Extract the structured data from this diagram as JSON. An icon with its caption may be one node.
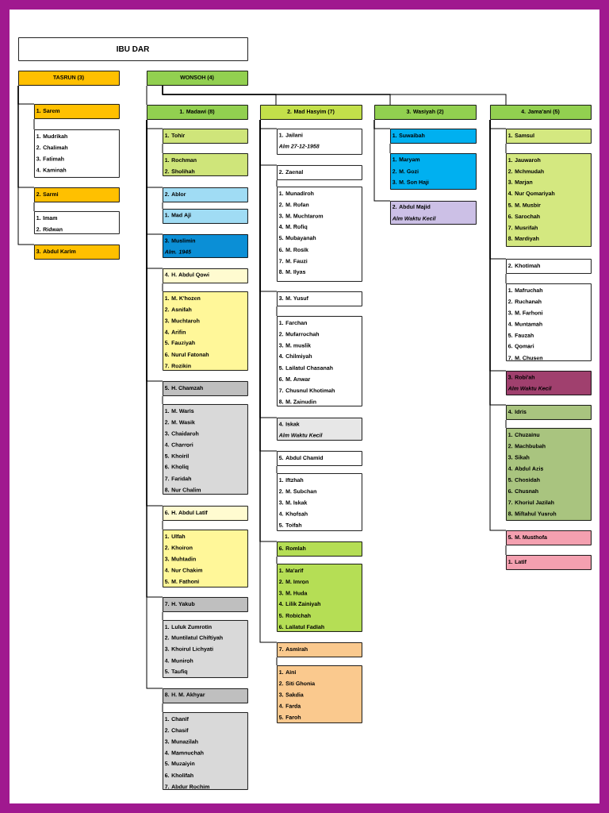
{
  "diagram": {
    "nodes": [
      {
        "text": [
          "IBU DAR"
        ]
      },
      {
        "text": [
          "TASRUN (3)"
        ]
      },
      {
        "text": [
          "WONSOH (4)"
        ]
      },
      {
        "text": [
          "1. Sarem"
        ]
      },
      {
        "text": [
          "1. Mudrikah",
          "2. Chalimah",
          "3. Fatimah",
          "4. Kaminah"
        ]
      },
      {
        "text": [
          "2. Sarmi"
        ]
      },
      {
        "text": [
          "1. Imam",
          "2. Ridwan"
        ]
      },
      {
        "text": [
          "3. Abdul Karim"
        ]
      },
      {
        "text": [
          "1. Madawi (8)"
        ]
      },
      {
        "text": [
          "1. Tohir"
        ]
      },
      {
        "text": [
          "1. Rochman",
          "2. Sholihah"
        ]
      },
      {
        "text": [
          "2. Ablor"
        ]
      },
      {
        "text": [
          "1. Mad Aji"
        ]
      },
      {
        "text": [
          "3. Muslimin",
          "Alm. 1945"
        ]
      },
      {
        "text": [
          "4. H. Abdul Qowi"
        ]
      },
      {
        "text": [
          "1. M. K'hozen",
          "2. Asnifah",
          "3. Muchtaroh",
          "4. Arifin",
          "5. Fauziyah",
          "6. Nurul Fatonah",
          "7. Rozikin"
        ]
      },
      {
        "text": [
          "5. H. Chamzah"
        ]
      },
      {
        "text": [
          "1. M. Waris",
          "2. M. Wasik",
          "3. Chaidaroh",
          "4. Charrori",
          "5. Khoiril",
          "6. Kholiq",
          "7. Faridah",
          "8. Nur Chalim"
        ]
      },
      {
        "text": [
          "6. H. Abdul Latif"
        ]
      },
      {
        "text": [
          "1. Ulfah",
          "2. Khoiron",
          "3. Muhtadin",
          "4. Nur Chakim",
          "5. M. Fathoni"
        ]
      },
      {
        "text": [
          "7. H. Yakub"
        ]
      },
      {
        "text": [
          "1. Luluk Zumrotin",
          "2. Muntilatul Chiftiyah",
          "3. Khoirul Lichyati",
          "4. Muniroh",
          "5. Taufiq"
        ]
      },
      {
        "text": [
          "8. H. M. Akhyar"
        ]
      },
      {
        "text": [
          "1. Chanif",
          "2. Chasif",
          "3. Munazilah",
          "4. Mamnuchah",
          "5. Muzaiyin",
          "6. Kholifah",
          "7. Abdur Rochim"
        ]
      },
      {
        "text": [
          "2. Mad Hasyim (7)"
        ]
      },
      {
        "text": [
          "1. Jailani",
          "Alm 27-12-1958"
        ]
      },
      {
        "text": [
          "2. Zaenal"
        ]
      },
      {
        "text": [
          "1. Munadiroh",
          "2. M. Rofan",
          "3. M. Muchtarom",
          "4. M. Rofiq",
          "5. Mubayanah",
          "6. M. Rosik",
          "7. M. Fauzi",
          "8. M. Ilyas"
        ]
      },
      {
        "text": [
          "3. M. Yusuf"
        ]
      },
      {
        "text": [
          "1. Farchan",
          "2. Mufarrochah",
          "3. M. muslik",
          "4. Chilmiyah",
          "5. Lailatul Chasanah",
          "6. M. Anwar",
          "7. Chusnul Khotimah",
          "8. M. Zainudin"
        ]
      },
      {
        "text": [
          "4. Iskak",
          "Alm Waktu Kecil"
        ]
      },
      {
        "text": [
          "5. Abdul Chamid"
        ]
      },
      {
        "text": [
          "1. Iftzhah",
          "2. M. Subchan",
          "3. M. Iskak",
          "4. Khofsah",
          "5. Toifah"
        ]
      },
      {
        "text": [
          "6. Romlah"
        ]
      },
      {
        "text": [
          "1. Ma'arif",
          "2. M. Imron",
          "3. M. Huda",
          "4. Lilik Zainiyah",
          "5. Robichah",
          "6. Lailatul Fadiah"
        ]
      },
      {
        "text": [
          "7. Asmirah"
        ]
      },
      {
        "text": [
          "1. Aini",
          "2. Siti Ghonia",
          "3. Sakdia",
          "4. Farda",
          "5. Faroh"
        ]
      },
      {
        "text": [
          "3. Wasiyah (2)"
        ]
      },
      {
        "text": [
          "1. Suwaibah"
        ]
      },
      {
        "text": [
          "1. Maryam",
          "2. M. Gozi",
          "3. M. Son Haji"
        ]
      },
      {
        "text": [
          "2. Abdul Majid",
          "Alm Waktu Kecil"
        ]
      },
      {
        "text": [
          "4.  Jama'ani (5)"
        ]
      },
      {
        "text": [
          "1. Samsul"
        ]
      },
      {
        "text": [
          "1. Jauwaroh",
          "2. Mchmudah",
          "3. Marjan",
          "4. Nur Qomariyah",
          "5. M. Musbir",
          "6. Sarochah",
          "7. Musrifah",
          "8. Mardiyah"
        ]
      },
      {
        "text": [
          "2. Khotimah"
        ]
      },
      {
        "text": [
          "1. Mafruchah",
          "2. Ruchanah",
          "3. M. Farhoni",
          "4. Muntamah",
          "5. Fauzah",
          "6. Qomari",
          "7. M. Chusen"
        ]
      },
      {
        "text": [
          "3. Robi'ah",
          "Alm Waktu Kecil"
        ]
      },
      {
        "text": [
          "4. Idris"
        ]
      },
      {
        "text": [
          "1. Chuzainu",
          "2. Machbubah",
          "3. Sikah",
          "4. Abdul Azis",
          "5. Chosidah",
          "6. Chusnah",
          "7. Khoriul Jazilah",
          "8. Miftahul Yusroh"
        ]
      },
      {
        "text": [
          "5. M. Musthofa"
        ]
      },
      {
        "text": [
          "1. Latif"
        ]
      }
    ],
    "edges": [
      {
        "from": 1,
        "to": 3,
        "arrow": "none"
      },
      {
        "from": 1,
        "to": 5,
        "arrow": "none"
      },
      {
        "from": 1,
        "to": 7,
        "arrow": "none"
      },
      {
        "from": 3,
        "to": 4,
        "arrow": "none"
      },
      {
        "from": 5,
        "to": 6,
        "arrow": "none"
      },
      {
        "from": 2,
        "to": 8,
        "arrow": "none"
      },
      {
        "from": 2,
        "to": 24,
        "arrow": "none"
      },
      {
        "from": 2,
        "to": 37,
        "arrow": "none"
      },
      {
        "from": 2,
        "to": 41,
        "arrow": "none"
      },
      {
        "from": 8,
        "to": 9,
        "arrow": "none"
      },
      {
        "from": 8,
        "to": 11,
        "arrow": "none"
      },
      {
        "from": 8,
        "to": 13,
        "arrow": "none"
      },
      {
        "from": 8,
        "to": 14,
        "arrow": "none"
      },
      {
        "from": 8,
        "to": 16,
        "arrow": "none"
      },
      {
        "from": 8,
        "to": 18,
        "arrow": "none"
      },
      {
        "from": 8,
        "to": 20,
        "arrow": "none"
      },
      {
        "from": 8,
        "to": 22,
        "arrow": "none"
      },
      {
        "from": 9,
        "to": 10,
        "arrow": "none"
      },
      {
        "from": 11,
        "to": 12,
        "arrow": "none"
      },
      {
        "from": 14,
        "to": 15,
        "arrow": "none"
      },
      {
        "from": 16,
        "to": 17,
        "arrow": "none"
      },
      {
        "from": 18,
        "to": 19,
        "arrow": "none"
      },
      {
        "from": 20,
        "to": 21,
        "arrow": "none"
      },
      {
        "from": 22,
        "to": 23,
        "arrow": "none"
      },
      {
        "from": 24,
        "to": 25,
        "arrow": "none"
      },
      {
        "from": 24,
        "to": 26,
        "arrow": "none"
      },
      {
        "from": 24,
        "to": 28,
        "arrow": "none"
      },
      {
        "from": 24,
        "to": 30,
        "arrow": "none"
      },
      {
        "from": 24,
        "to": 31,
        "arrow": "none"
      },
      {
        "from": 24,
        "to": 33,
        "arrow": "none"
      },
      {
        "from": 24,
        "to": 35,
        "arrow": "none"
      },
      {
        "from": 26,
        "to": 27,
        "arrow": "none"
      },
      {
        "from": 28,
        "to": 29,
        "arrow": "none"
      },
      {
        "from": 31,
        "to": 32,
        "arrow": "none"
      },
      {
        "from": 33,
        "to": 34,
        "arrow": "none"
      },
      {
        "from": 35,
        "to": 36,
        "arrow": "none"
      },
      {
        "from": 37,
        "to": 38,
        "arrow": "none"
      },
      {
        "from": 37,
        "to": 40,
        "arrow": "none"
      },
      {
        "from": 38,
        "to": 39,
        "arrow": "none"
      },
      {
        "from": 41,
        "to": 42,
        "arrow": "none"
      },
      {
        "from": 41,
        "to": 44,
        "arrow": "none"
      },
      {
        "from": 41,
        "to": 46,
        "arrow": "none"
      },
      {
        "from": 41,
        "to": 47,
        "arrow": "none"
      },
      {
        "from": 41,
        "to": 49,
        "arrow": "none"
      },
      {
        "from": 42,
        "to": 43,
        "arrow": "none"
      },
      {
        "from": 44,
        "to": 45,
        "arrow": "none"
      },
      {
        "from": 47,
        "to": 48,
        "arrow": "none"
      },
      {
        "from": 49,
        "to": 50,
        "arrow": "none"
      }
    ]
  }
}
